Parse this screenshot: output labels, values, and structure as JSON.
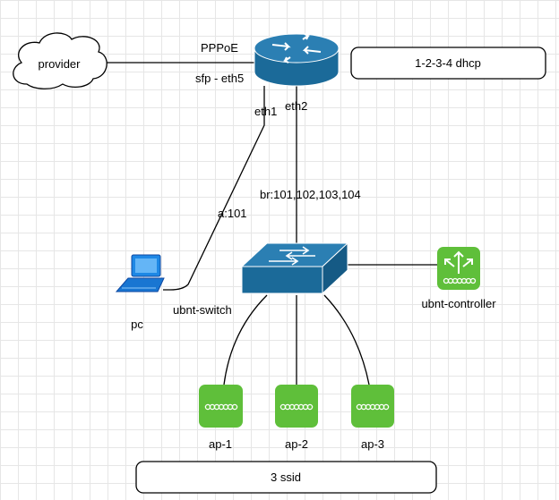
{
  "nodes": {
    "provider": {
      "label": "provider",
      "icon": "cloud-icon"
    },
    "router": {
      "icon": "router-icon",
      "color": "#1b6a99"
    },
    "switch": {
      "label": "ubnt-switch",
      "icon": "switch-icon",
      "color": "#1b6a99"
    },
    "pc": {
      "label": "pc",
      "icon": "laptop-icon",
      "color": "#1e88e5"
    },
    "controller": {
      "label": "ubnt-controller",
      "icon": "ubnt-controller-icon",
      "color": "#5fbf3a"
    },
    "access_points": [
      {
        "label": "ap-1",
        "icon": "wireless-ap-icon"
      },
      {
        "label": "ap-2",
        "icon": "wireless-ap-icon"
      },
      {
        "label": "ap-3",
        "icon": "wireless-ap-icon"
      }
    ]
  },
  "links": {
    "pppoe": "PPPoE",
    "sfp": "sfp - eth5",
    "eth1": "eth1",
    "eth2": "eth2",
    "trunk": "br:101,102,103,104",
    "access": "a:101"
  },
  "notes": {
    "dhcp": "1-2-3-4 dhcp",
    "ssid": "3 ssid"
  },
  "colors": {
    "device_blue": "#1b6a99",
    "ap_green": "#5fbf3a",
    "line": "#000000"
  }
}
